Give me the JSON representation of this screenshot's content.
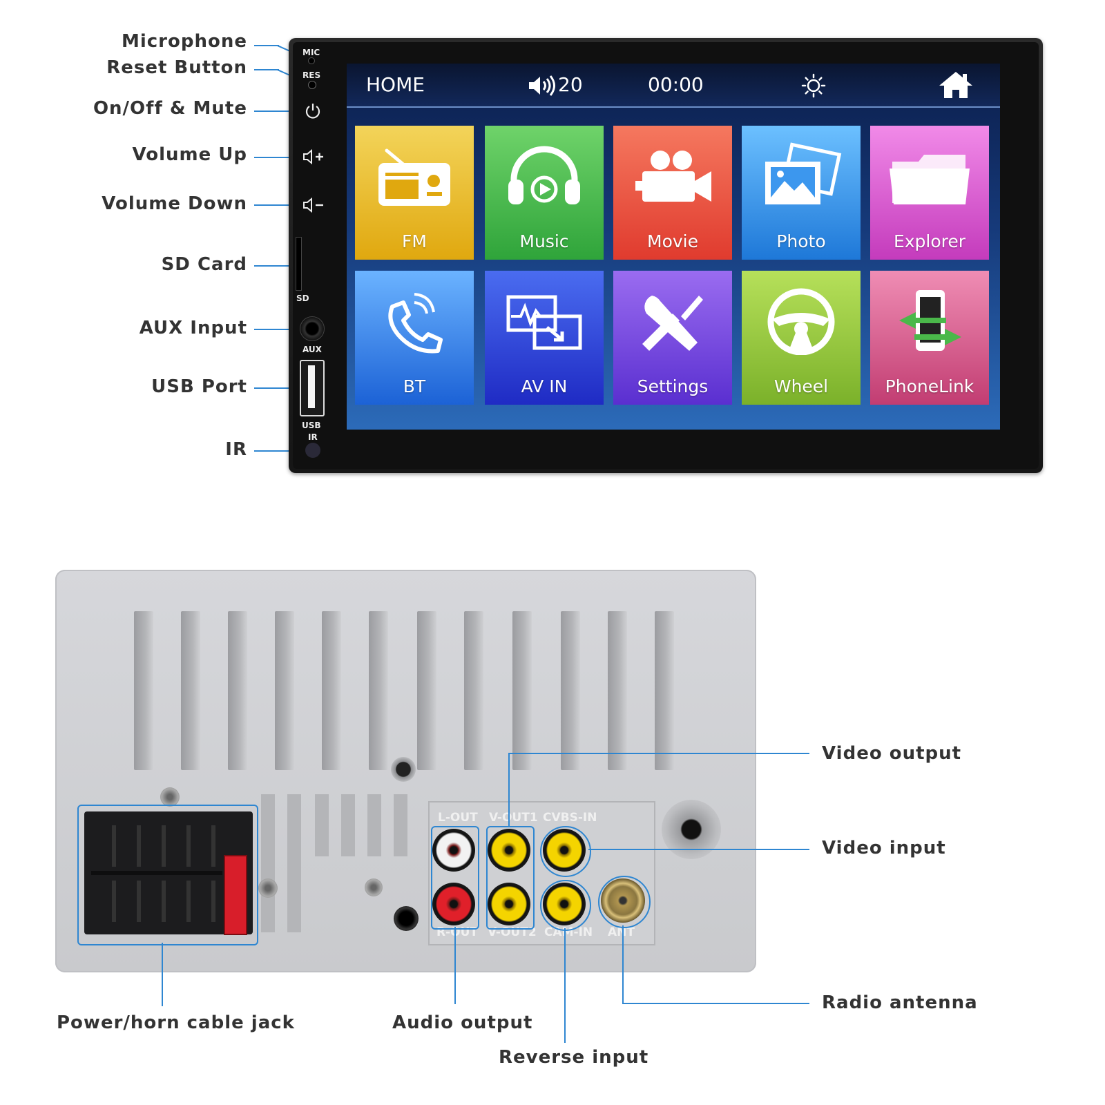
{
  "front": {
    "callouts": {
      "microphone": "Microphone",
      "reset": "Reset Button",
      "power": "On/Off & Mute",
      "vol_up": "Volume Up",
      "vol_down": "Volume Down",
      "sd": "SD Card",
      "aux": "AUX Input",
      "usb": "USB Port",
      "ir": "IR"
    },
    "panel_labels": {
      "mic": "MIC",
      "res": "RES",
      "sd": "SD",
      "aux": "AUX",
      "usb": "USB",
      "ir": "IR"
    },
    "status_bar": {
      "home": "HOME",
      "volume": "20",
      "time": "00:00"
    },
    "tiles": [
      {
        "label": "FM",
        "icon": "radio-icon",
        "color": "#e9b21a"
      },
      {
        "label": "Music",
        "icon": "headphones-icon",
        "color": "#41b548"
      },
      {
        "label": "Movie",
        "icon": "video-camera-icon",
        "color": "#e8503c"
      },
      {
        "label": "Photo",
        "icon": "photo-icon",
        "color": "#2e8ee6"
      },
      {
        "label": "Explorer",
        "icon": "folder-icon",
        "color": "#d049c8"
      },
      {
        "label": "BT",
        "icon": "phone-icon",
        "color": "#2a78e0"
      },
      {
        "label": "AV IN",
        "icon": "av-in-icon",
        "color": "#2d3fd6"
      },
      {
        "label": "Settings",
        "icon": "tools-icon",
        "color": "#6b3ed6"
      },
      {
        "label": "Wheel",
        "icon": "steering-wheel-icon",
        "color": "#8fc23a"
      },
      {
        "label": "PhoneLink",
        "icon": "phonelink-icon",
        "color": "#c8507f"
      }
    ]
  },
  "rear": {
    "callouts": {
      "video_output": "Video output",
      "video_input": "Video input",
      "radio_antenna": "Radio antenna",
      "power_harness": "Power/horn cable jack",
      "audio_output": "Audio output",
      "reverse_input": "Reverse input"
    },
    "port_labels": {
      "l_out": "L-OUT",
      "r_out": "R-OUT",
      "v_out1": "V-OUT1",
      "v_out2": "V-OUT2",
      "cvbs_in": "CVBS-IN",
      "cam_in": "CAM-IN",
      "ant": "ANT"
    }
  },
  "colors": {
    "leader": "#2e86d1",
    "rca_white": "#f2f2f2",
    "rca_red": "#e0202a",
    "rca_yellow": "#f4d400",
    "fuse_red": "#d81e2a"
  }
}
